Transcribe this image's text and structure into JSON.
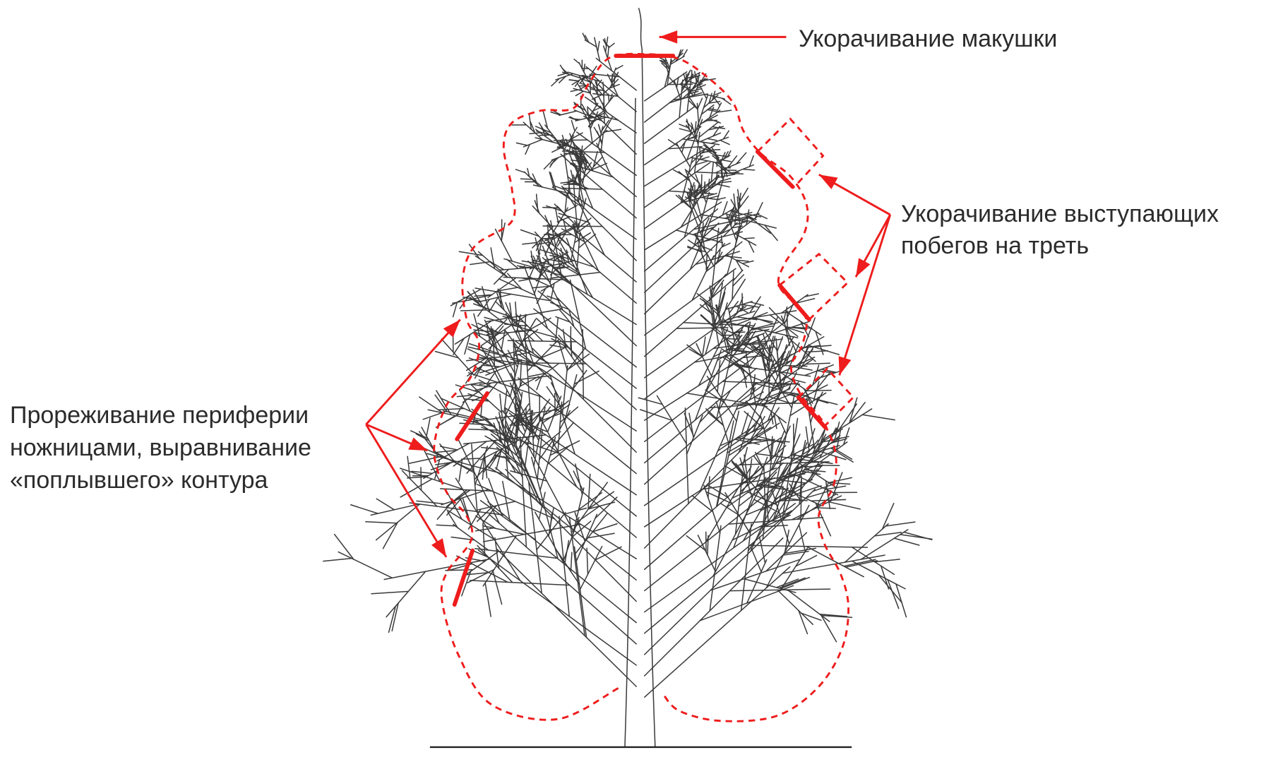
{
  "labels": {
    "top": "Укорачивание макушки",
    "right": [
      "Укорачивание выступающих",
      "побегов на треть"
    ],
    "left": [
      "Прореживание периферии",
      "ножницами, выравнивание",
      "«поплывшего» контура"
    ]
  },
  "colors": {
    "accent": "#ee1c1c",
    "tree": "#3a3a3a",
    "text": "#2b2b2b"
  }
}
